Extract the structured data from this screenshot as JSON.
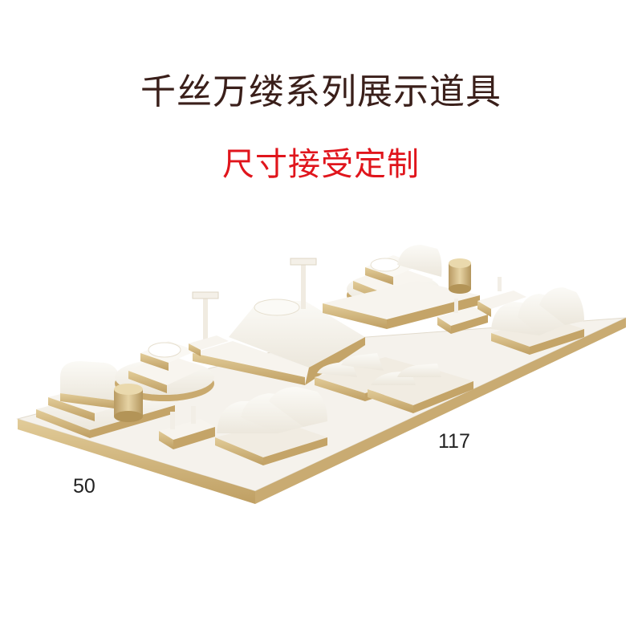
{
  "title": "千丝万缕系列展示道具",
  "subtitle": "尺寸接受定制",
  "dimensions": {
    "width_label": "117",
    "depth_label": "50"
  },
  "colors": {
    "title": "#3a1f1a",
    "subtitle": "#e0151c",
    "leatherette": "#f4f1ea",
    "gold_trim": "#cfb37c",
    "shadow": "#b69760"
  }
}
